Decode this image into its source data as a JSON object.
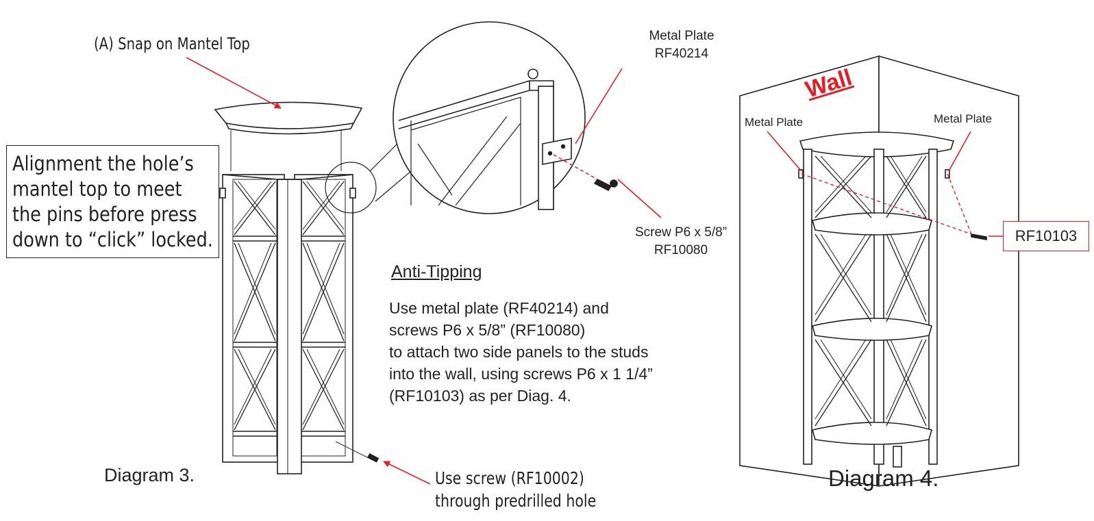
{
  "colors": {
    "ink": "#231f20",
    "accent": "#e31e24"
  },
  "diagram3": {
    "label_a": "(A) Snap on Mantel Top",
    "alignment_note": [
      "Alignment the hole’s",
      "mantel top to meet",
      "the pins before press",
      "down to “click” locked."
    ],
    "caption": "Diagram 3.",
    "screw_note": [
      "Use screw (RF10002)",
      "through predrilled hole"
    ]
  },
  "detail": {
    "plate_label": [
      "Metal Plate",
      "RF40214"
    ],
    "screw_label": [
      "Screw P6 x 5/8”",
      "RF10080"
    ]
  },
  "anti_tipping": {
    "heading": "Anti-Tipping",
    "body": [
      "Use metal plate (RF40214) and",
      "screws P6 x 5/8” (RF10080)",
      "to attach two side panels to the studs",
      "into the wall, using screws P6 x 1 1/4”",
      "(RF10103) as per Diag. 4."
    ]
  },
  "diagram4": {
    "wall_label": "Wall",
    "plate_left": "Metal Plate",
    "plate_right": "Metal Plate",
    "screw_code": "RF10103",
    "caption": "Diagram 4."
  }
}
